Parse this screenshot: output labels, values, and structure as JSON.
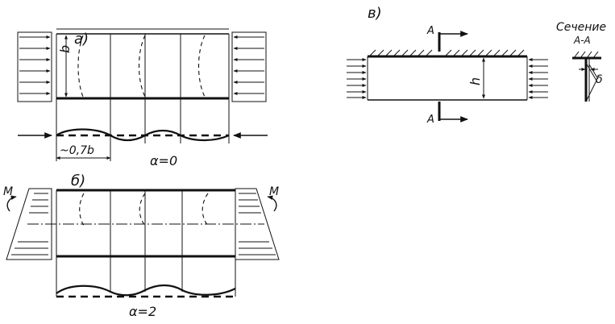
{
  "panel_a": {
    "label": "а)",
    "dimension_b": "b",
    "dimension_wave": "~0,7b",
    "alpha": "α=0"
  },
  "panel_b": {
    "label": "б)",
    "moment_left": "M",
    "moment_right": "M",
    "alpha": "α=2"
  },
  "panel_c": {
    "label": "в)",
    "section_mark_top": "A",
    "section_mark_bottom": "A",
    "dimension_h": "h",
    "section_title": "Сечение",
    "section_subtitle": "А-А",
    "dimension_delta": "δ"
  }
}
